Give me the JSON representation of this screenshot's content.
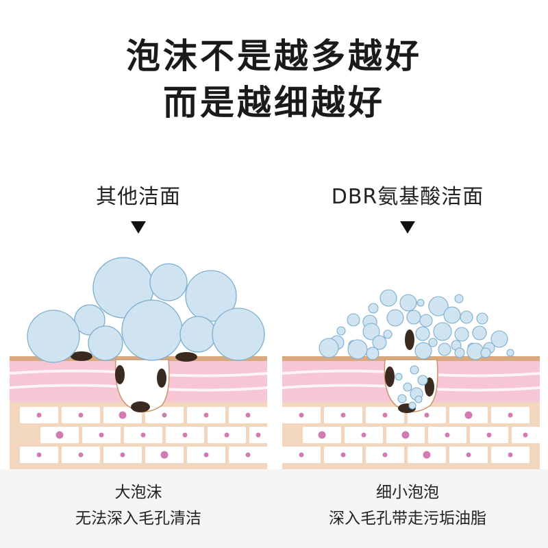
{
  "headline": {
    "line1": "泡沫不是越多越好",
    "line2": "而是越细越好"
  },
  "left": {
    "label": "其他洁面",
    "caption_line1": "大泡沫",
    "caption_line2": "无法深入毛孔清洁"
  },
  "right": {
    "label": "DBR氨基酸洁面",
    "caption_line1": "细小泡泡",
    "caption_line2": "深入毛孔带走污垢油脂"
  },
  "colors": {
    "bubble_fill": "#cfe3f0",
    "bubble_stroke": "#7aaecf",
    "skin_surface": "#d9a980",
    "skin_pink": "#f6c6d4",
    "skin_tissue": "#f2d6bd",
    "cell_dot": "#d27ab2",
    "dirt": "#3a2a20",
    "caption_bg": "#f5f5f5"
  }
}
